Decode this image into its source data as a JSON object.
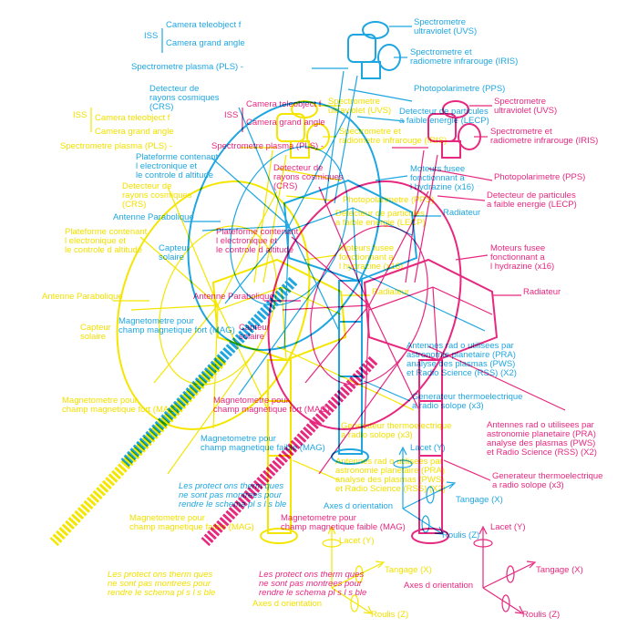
{
  "colors": {
    "cyan": "#1fa6e0",
    "magenta": "#e6287f",
    "yellow": "#f2e000"
  },
  "labels": {
    "iss": "ISS",
    "camera_tele": "Camera teleobject f",
    "camera_wide": "Camera grand angle",
    "pls": "Spectrometre plasma (PLS) -",
    "crs": [
      "Detecteur de",
      "rayons cosmiques",
      "(CRS)"
    ],
    "platform": [
      "Plateforme contenant",
      "l electronique et",
      "le controle d altitude"
    ],
    "antenna": "Antenne Parabolique",
    "sun_sensor": [
      "Capteur",
      "solaire"
    ],
    "mag_strong": [
      "Magnetometre pour",
      "champ magnetique fort (MAG)"
    ],
    "mag_weak": [
      "Magnetometre pour",
      "champ magnetique faible (MAG)"
    ],
    "thermal_note": [
      "Les protect ons therm ques",
      "ne sont pas montrees pour",
      "rendre le schema pl s l s ble"
    ],
    "axes": "Axes d orientation",
    "uvs": [
      "Spectrometre",
      "ultraviolet (UVS)"
    ],
    "iris": [
      "Spectrometre et",
      "radiometre infrarouge (IRIS)"
    ],
    "pps": "Photopolarimetre (PPS)",
    "lecp": [
      "Detecteur de particules",
      "a faible energie (LECP)"
    ],
    "thrusters": [
      "Moteurs fusee",
      "fonctionnant a",
      "l hydrazine (x16)"
    ],
    "radiator": "Radiateur",
    "radio_antennas": [
      "Antennes rad o utilisees par",
      "astronomie planetaire (PRA)",
      "analyse des plasmas (PWS)",
      "et Radio Science (RSS)  (X2)"
    ],
    "rtg": [
      "Generateur thermoelectrique",
      "a radio solope (x3)"
    ],
    "yaw": "Lacet (Y)",
    "pitch": "Tangage (X)",
    "roll": "Roulis (Z)"
  }
}
